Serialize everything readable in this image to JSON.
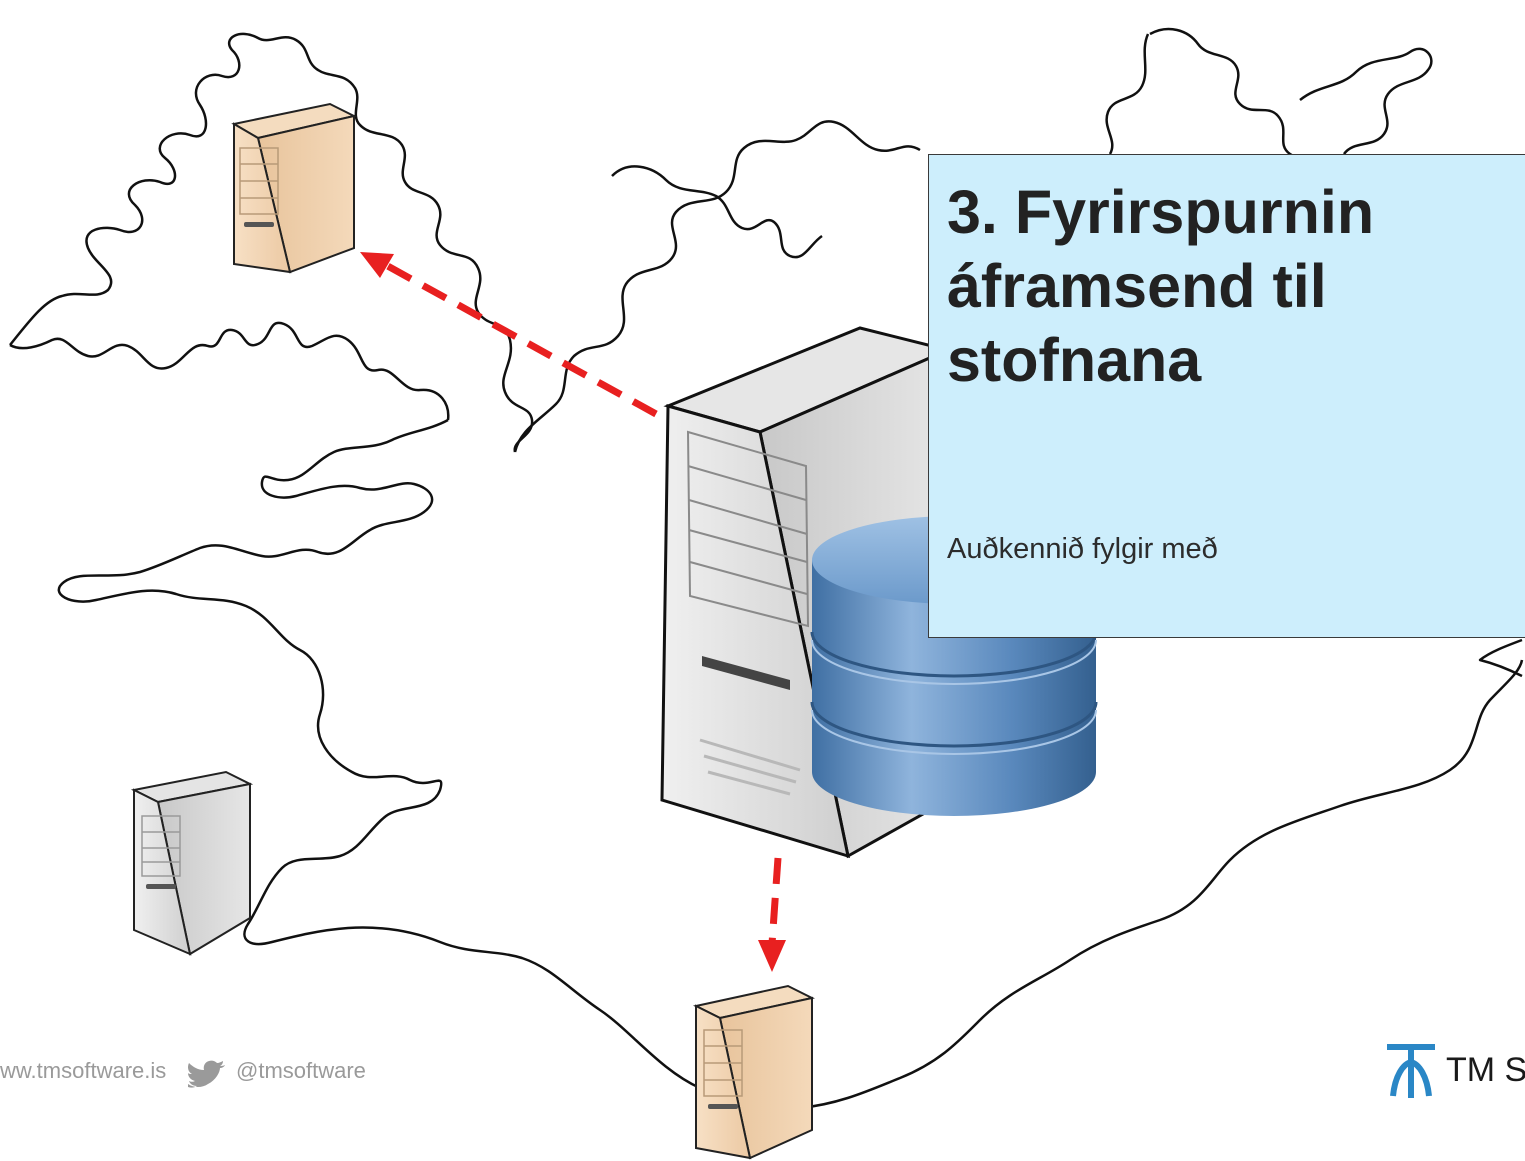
{
  "callout": {
    "title": "3. Fyrirspurnin\náframsend til\nstofnana",
    "subtitle": "Auðkennið fylgir með"
  },
  "footer": {
    "website": "ww.tmsoftware.is",
    "twitter": "@tmsoftware",
    "brand": "TM S"
  },
  "icons": {
    "remote_servers": [
      "server-icon-northwest",
      "server-icon-west",
      "server-icon-south"
    ],
    "central": "database-server-icon",
    "social": "twitter-bird-icon",
    "brand_logo": "tm-logo-icon"
  },
  "colors": {
    "arrow": "#e82020",
    "callout_bg": "#cdeefc",
    "server_beige": "#f2d4b2",
    "server_gray": "#dcdcdc",
    "database_blue": "#5f8fc0",
    "brand_blue": "#2a87c6"
  }
}
